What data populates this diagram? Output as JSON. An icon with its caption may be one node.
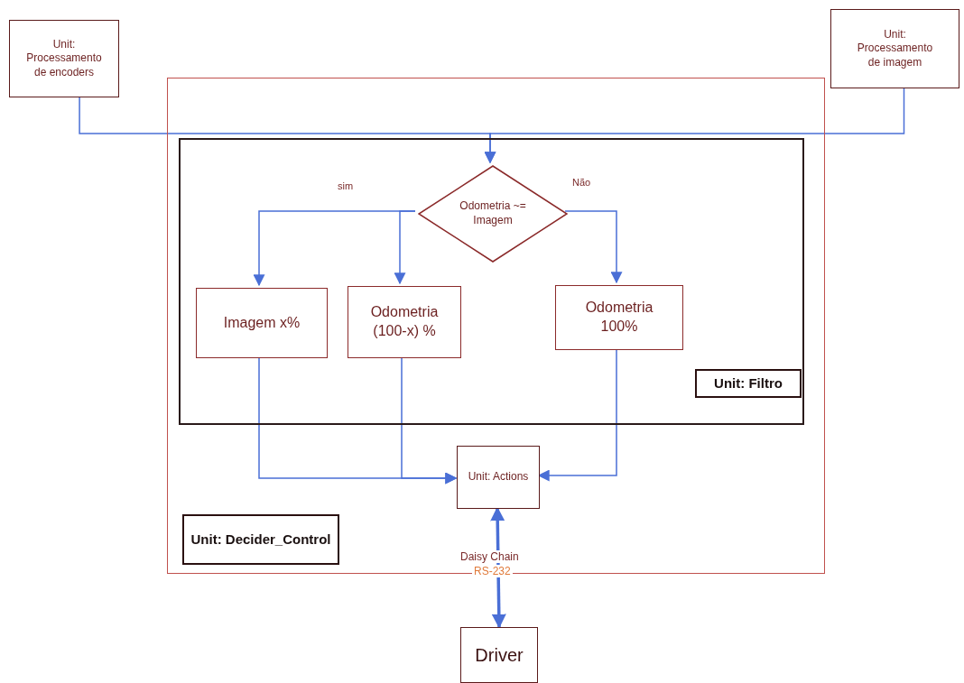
{
  "diagram": {
    "nodes": [
      {
        "text": [
          "Unit: Processamento de encoders"
        ]
      },
      {
        "text": [
          "Unit: Processamento de imagem"
        ]
      },
      {
        "text": [],
        "shape": "box"
      },
      {
        "text": [],
        "shape": "box",
        "in": 2
      },
      {
        "text": [
          "Odometria ~= Imagem"
        ],
        "in": 3
      },
      {
        "text": [
          "Imagem x%"
        ],
        "in": 3
      },
      {
        "text": [
          "Odometria (100-x) %"
        ],
        "in": 3
      },
      {
        "text": [
          "Odometria 100%"
        ],
        "in": 3
      },
      {
        "text": [
          "Unit: Filtro"
        ],
        "in": 3
      },
      {
        "text": [
          "Unit: Actions"
        ],
        "in": 2
      },
      {
        "text": [
          "Unit: Decider_Control"
        ],
        "in": 2
      },
      {
        "text": [
          "Driver"
        ]
      }
    ],
    "edges": [
      {
        "from": 0,
        "to": 4,
        "arrow": "to"
      },
      {
        "from": 1,
        "to": 4,
        "arrow": "to"
      },
      {
        "from": 4,
        "to": 5,
        "arrow": "to",
        "label": "sim"
      },
      {
        "from": 4,
        "to": 6,
        "arrow": "to"
      },
      {
        "from": 4,
        "to": 7,
        "arrow": "to",
        "label": "Não"
      },
      {
        "from": 5,
        "to": 9,
        "arrow": "to"
      },
      {
        "from": 6,
        "to": 9,
        "arrow": "to"
      },
      {
        "from": 7,
        "to": 9,
        "arrow": "to"
      },
      {
        "from": 9,
        "to": 11,
        "arrow": "both",
        "label": "Daisy Chain",
        "style": "thick"
      }
    ],
    "labels": [
      "RS-232"
    ]
  }
}
